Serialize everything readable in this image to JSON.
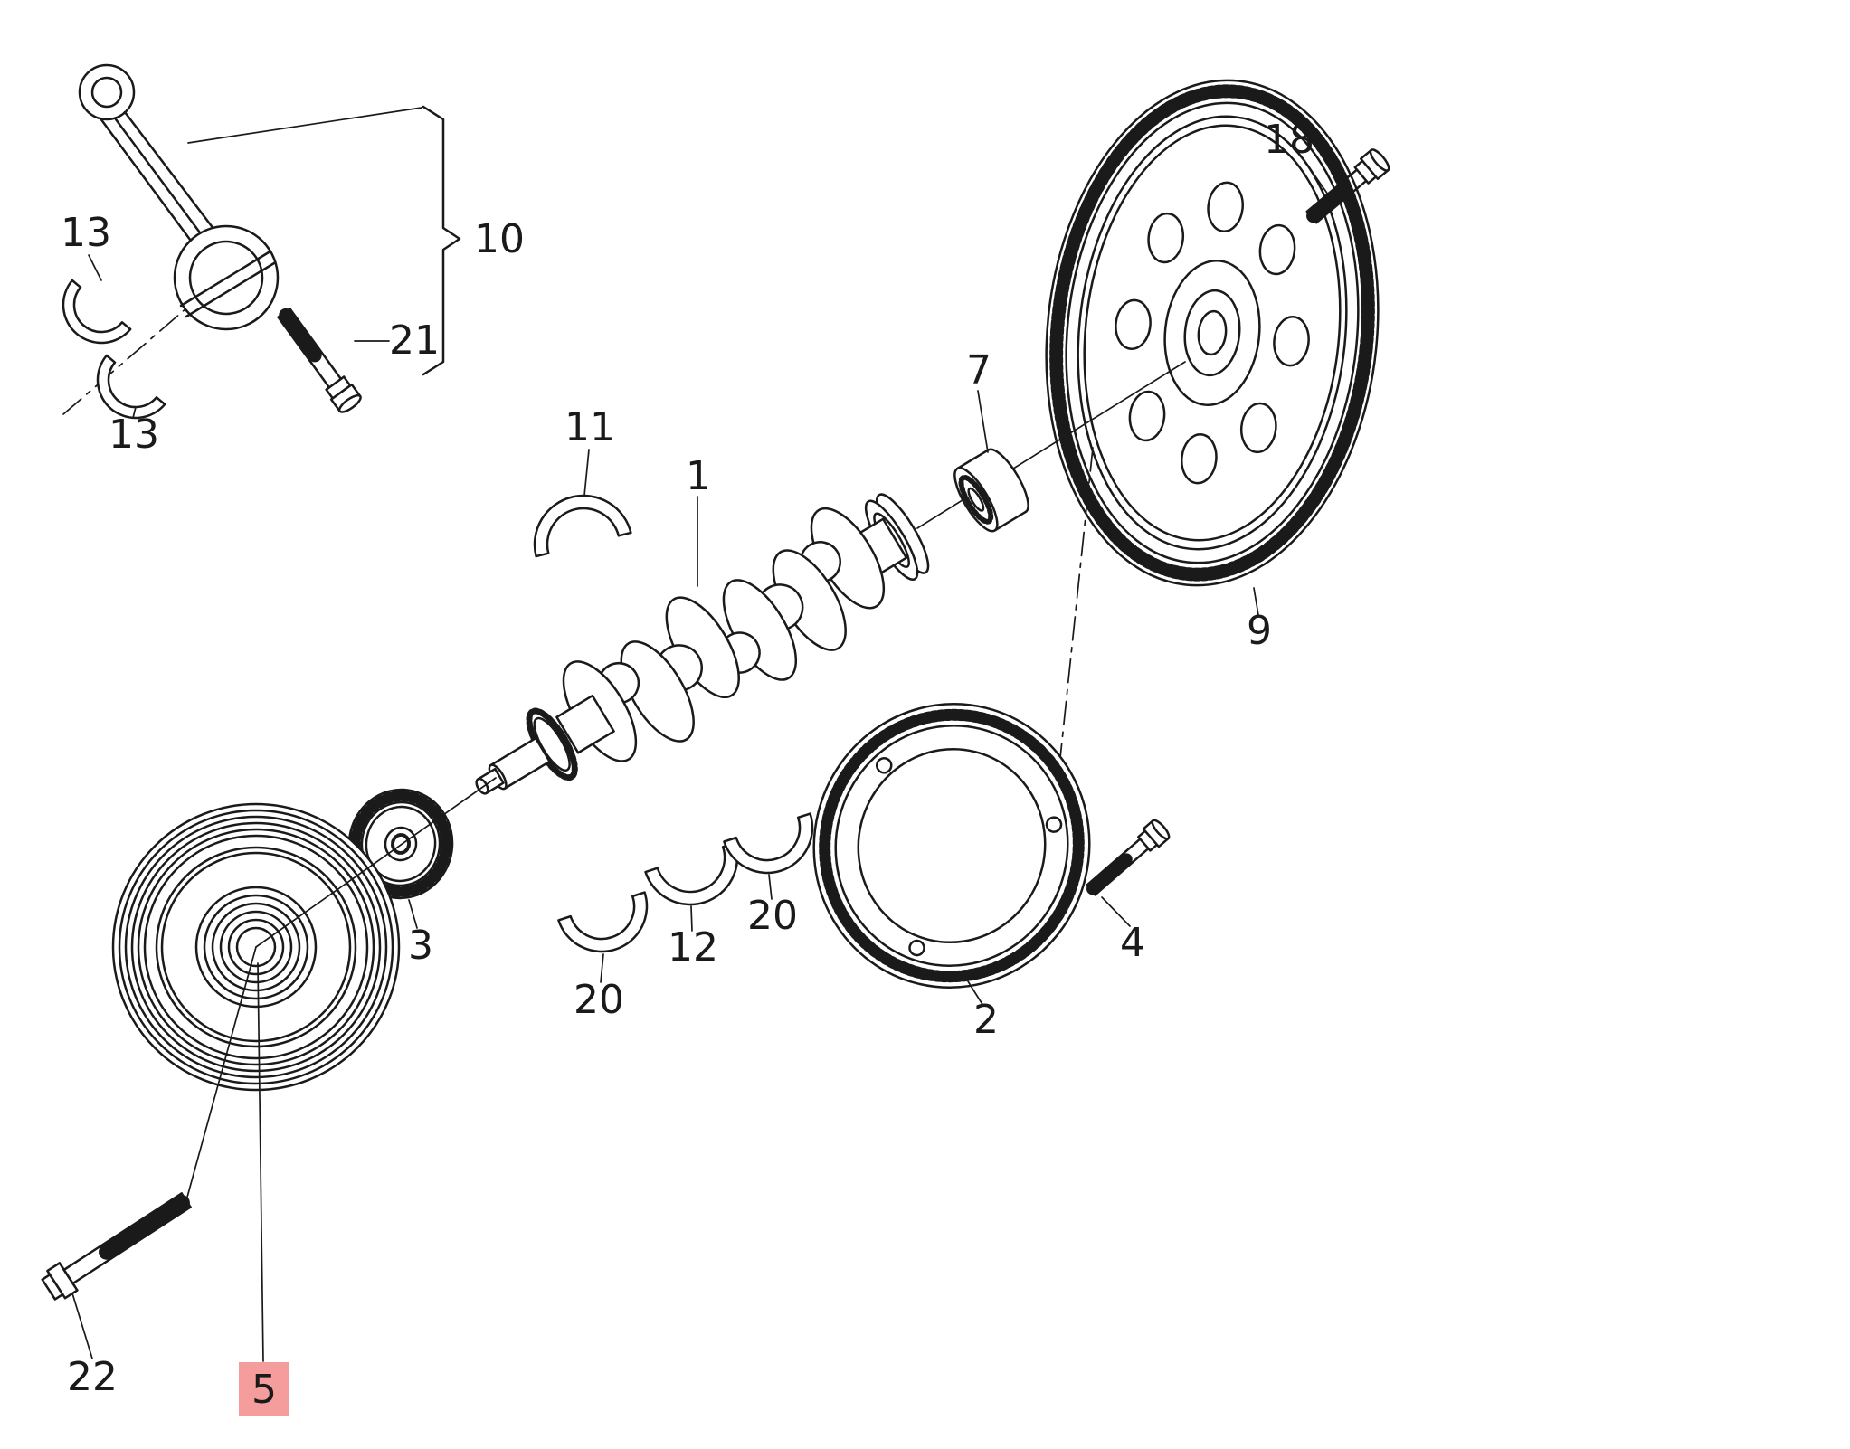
{
  "diagram": {
    "background_color": "#ffffff",
    "line_color": "#1a1a1a",
    "highlight": {
      "fill": "#f59c9c"
    },
    "highlighted_part": "5",
    "labels": {
      "part1": "1",
      "part2": "2",
      "part3": "3",
      "part4": "4",
      "part5": "5",
      "part7": "7",
      "part9": "9",
      "part10": "10",
      "part11": "11",
      "part12": "12",
      "part13a": "13",
      "part13b": "13",
      "part18": "18",
      "part20a": "20",
      "part20b": "20",
      "part21": "21",
      "part22": "22"
    }
  }
}
